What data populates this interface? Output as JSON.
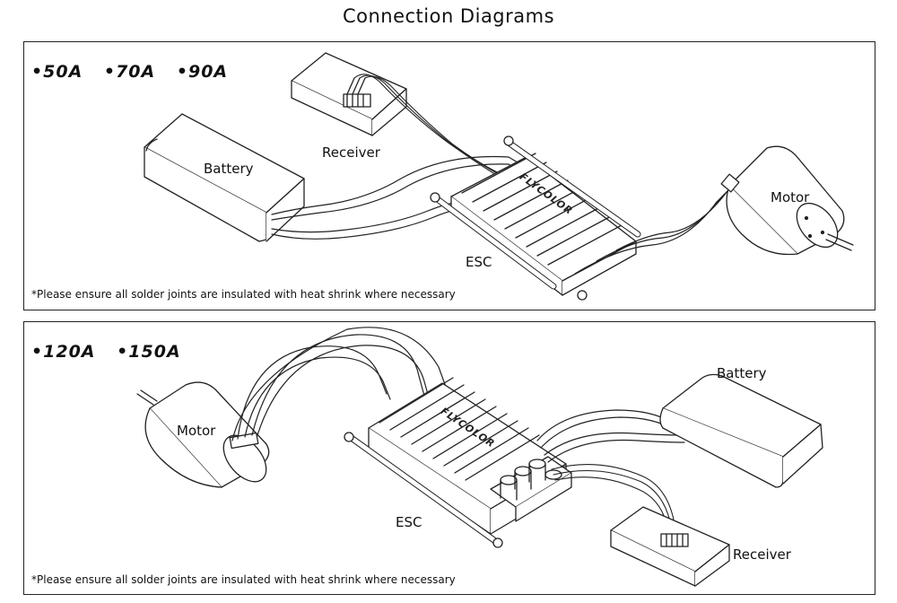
{
  "title": "Connection Diagrams",
  "panel1": {
    "variants": [
      "•50A",
      "•70A",
      "•90A"
    ],
    "labels": {
      "receiver": "Receiver",
      "battery": "Battery",
      "motor": "Motor",
      "esc": "ESC"
    },
    "brand": "FLYCOLOR",
    "note": "*Please ensure all solder joints are insulated with heat shrink where necessary"
  },
  "panel2": {
    "variants": [
      "•120A",
      "•150A"
    ],
    "labels": {
      "motor": "Motor",
      "battery": "Battery",
      "esc": "ESC",
      "receiver": "Receiver"
    },
    "brand": "FLYCOLOR",
    "note": "*Please ensure all solder joints are insulated with heat shrink where necessary"
  }
}
